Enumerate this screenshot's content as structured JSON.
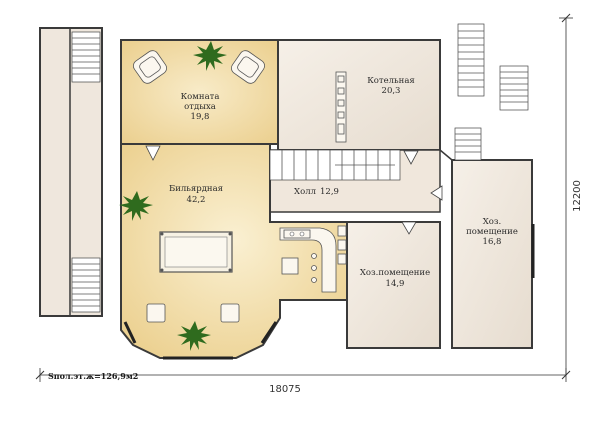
{
  "rooms": [
    {
      "id": "lounge",
      "name_line1": "Комната",
      "name_line2": "отдыха",
      "area": "19,8"
    },
    {
      "id": "boiler",
      "name": "Котельная",
      "area": "20,3"
    },
    {
      "id": "billiard",
      "name": "Бильярдная",
      "area": "42,2"
    },
    {
      "id": "hall",
      "name": "Холл",
      "area": "12,9"
    },
    {
      "id": "utility1",
      "name": "Хоз.помещение",
      "area": "14,9"
    },
    {
      "id": "utility2",
      "name_line1": "Хоз.",
      "name_line2": "помещение",
      "area": "16,8"
    }
  ],
  "dimensions": {
    "width": "18075",
    "height": "12200"
  },
  "floor_area": "Sпол.эт.ж=126,9м2",
  "colors": {
    "lounge": "#f1d9a2",
    "billiard": "#f2dca6",
    "boiler": "#efe6db",
    "hall": "#efe6db",
    "utility1": "#efe6db",
    "utility2": "#efe6db",
    "corridor": "#f0e7dc",
    "wall": "#3a3a3a",
    "plant": "#2f6b1e",
    "table": "#f7f2e4"
  }
}
